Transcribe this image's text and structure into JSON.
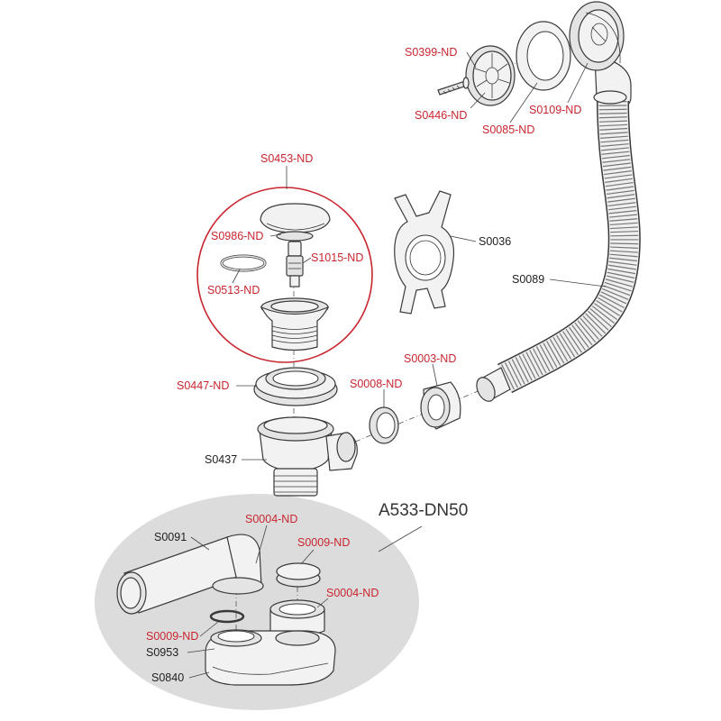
{
  "kit_title": "A533-DN50",
  "labels": {
    "s0399": "S0399-ND",
    "s0446": "S0446-ND",
    "s0085": "S0085-ND",
    "s0109": "S0109-ND",
    "s0453": "S0453-ND",
    "s0986": "S0986-ND",
    "s1015": "S1015-ND",
    "s0513": "S0513-ND",
    "s0036": "S0036",
    "s0089": "S0089",
    "s0447": "S0447-ND",
    "s0008": "S0008-ND",
    "s0003": "S0003-ND",
    "s0437": "S0437",
    "s0091": "S0091",
    "s0004a": "S0004-ND",
    "s0009a": "S0009-ND",
    "s0004b": "S0004-ND",
    "s0009b": "S0009-ND",
    "s0953": "S0953",
    "s0840": "S0840"
  },
  "colors": {
    "highlight": "#c8262f",
    "text": "#1e1e1e",
    "ellipse_fill": "#dcdcdc"
  }
}
